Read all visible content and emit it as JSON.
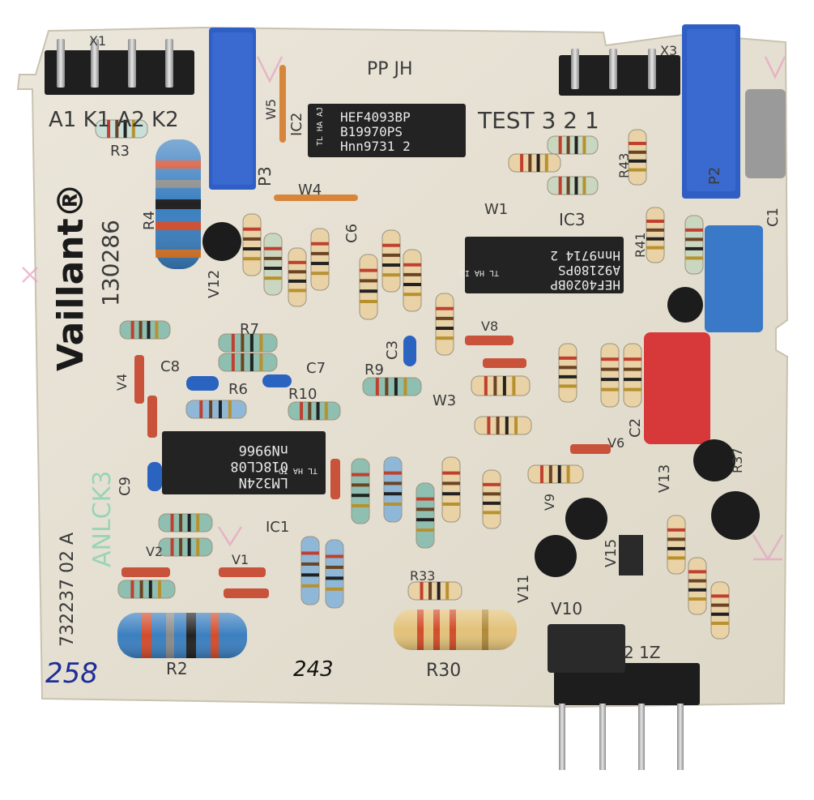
{
  "board": {
    "brand": "Vaillant®",
    "part_number": "130286",
    "side_code": "732237  02  A",
    "stamp": "ANLCK3",
    "header_text": "PP   JH",
    "handwritten_left": "258",
    "handwritten_center": "243"
  },
  "connectors": {
    "x1_label": "X1",
    "x1_pins": "A1 K1 A2 K2",
    "x3_label": "TEST  3   2   1",
    "x3_ref": "X3",
    "x2_label": "2   1Z"
  },
  "ics": [
    {
      "ref": "IC2",
      "line1": "HEF4093BP",
      "line2": "B19970PS",
      "line3": "Hnn9731  2",
      "side": "TL HA AJ"
    },
    {
      "ref": "IC3",
      "line1": "HEF4020BP",
      "line2": "A92180PS",
      "line3": "Hnn9714  2",
      "side": "TL HA ID"
    },
    {
      "ref": "IC1",
      "line1": "LM324N",
      "line2": "018CL08",
      "line3": "nN9966",
      "side": "TL HA ID"
    }
  ],
  "labels": {
    "r2": "R2",
    "r3": "R3",
    "r4": "R4",
    "r6": "R6",
    "r7": "R7",
    "r9": "R9",
    "r10": "R10",
    "r30": "R30",
    "r33": "R33",
    "r37": "R37",
    "r41": "R41",
    "r43": "R43",
    "c1": "C1",
    "c2": "C2",
    "c3": "C3",
    "c6": "C6",
    "c7": "C7",
    "c8": "C8",
    "c9": "C9",
    "w1": "W1",
    "w3": "W3",
    "w4": "W4",
    "w5": "W5",
    "v1": "V1",
    "v2": "V2",
    "v4": "V4",
    "v6": "V6",
    "v8": "V8",
    "v9": "V9",
    "v10": "V10",
    "v11": "V11",
    "v12": "V12",
    "v13": "V13",
    "v15": "V15",
    "p2": "P2",
    "p3": "P3"
  },
  "colors": {
    "pcb": "#e8e3d6",
    "silk": "#3a3a3a",
    "trimmer_blue": "#2f5fc4",
    "film_cap_red": "#d7383a",
    "film_cap_blue": "#3a78c8",
    "ic_body": "#232323",
    "pin_metal": "#b5b5b5"
  }
}
